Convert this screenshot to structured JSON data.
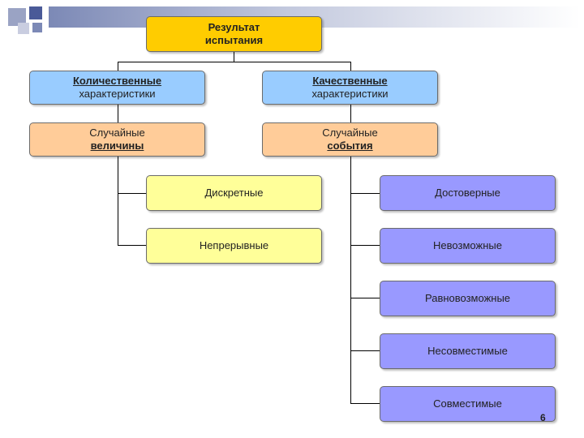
{
  "root": {
    "line1": "Результат",
    "line2": "испытания"
  },
  "quantitative": {
    "title": "Количественные",
    "subtitle": "характеристики"
  },
  "qualitative": {
    "title": "Качественные",
    "subtitle": "характеристики"
  },
  "random_values": {
    "line1": "Случайные",
    "line2": "величины"
  },
  "random_events": {
    "line1": "Случайные",
    "line2": "события"
  },
  "value_types": [
    "Дискретные",
    "Непрерывные"
  ],
  "event_types": [
    "Достоверные",
    "Невозможные",
    "Равновозможные",
    "Несовместимые",
    "Совместимые"
  ],
  "slide_number": "6",
  "colors": {
    "root": "#ffcc00",
    "characteristics": "#99ccff",
    "random": "#ffcc99",
    "value_types": "#ffff99",
    "event_types": "#9999ff"
  }
}
